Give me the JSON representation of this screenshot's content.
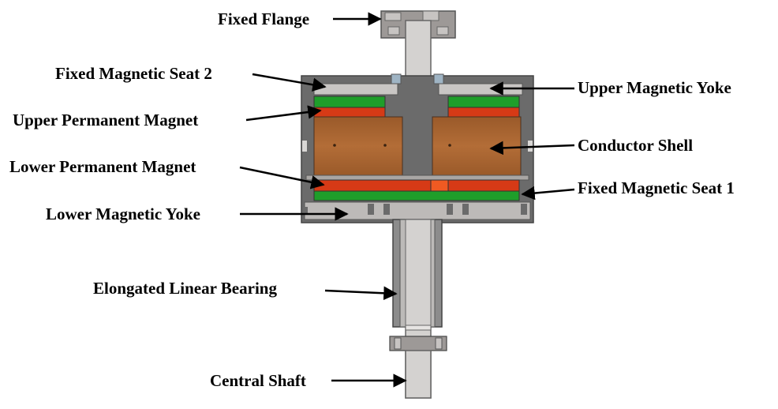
{
  "labels": {
    "fixed_flange": "Fixed Flange",
    "fixed_magnetic_seat_2": "Fixed Magnetic Seat 2",
    "upper_permanent_magnet": "Upper Permanent Magnet",
    "lower_permanent_magnet": "Lower Permanent Magnet",
    "lower_magnetic_yoke": "Lower Magnetic Yoke",
    "elongated_linear_bearing": "Elongated Linear Bearing",
    "central_shaft": "Central Shaft",
    "upper_magnetic_yoke": "Upper Magnetic Yoke",
    "conductor_shell": "Conductor Shell",
    "fixed_magnetic_seat_1": "Fixed Magnetic Seat 1"
  },
  "colors": {
    "housing": "#6b6b6b",
    "yoke": "#c9c6c4",
    "magnet_green": "#1f9e2a",
    "magnet_red": "#d63a16",
    "conductor": "#a8642f",
    "shaft": "#d4d2d0",
    "bearing": "#8c8c8c"
  }
}
